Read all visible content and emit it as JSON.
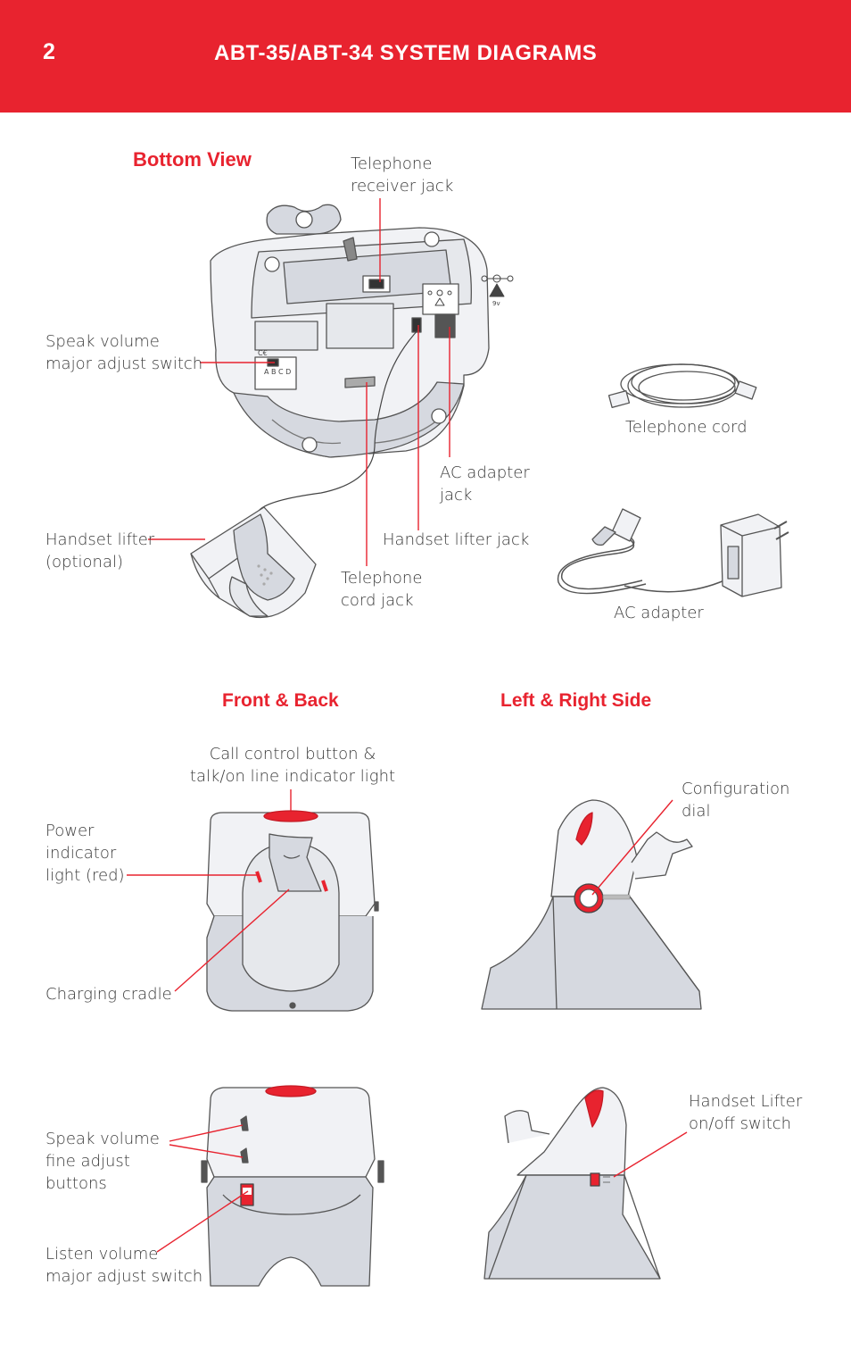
{
  "header": {
    "page_number": "2",
    "title": "ABT-35/ABT-34 SYSTEM DIAGRAMS"
  },
  "sections": {
    "bottom_view": "Bottom View",
    "front_back": "Front & Back",
    "left_right": "Left & Right Side"
  },
  "labels": {
    "telephone_receiver_jack": [
      "Telephone",
      "receiver jack"
    ],
    "speak_volume_major": [
      "Speak volume",
      "major adjust switch"
    ],
    "telephone_cord": "Telephone cord",
    "ac_adapter_jack": [
      "AC adapter",
      "jack"
    ],
    "handset_lifter_optional": [
      "Handset lifter",
      "(optional)"
    ],
    "handset_lifter_jack": "Handset lifter jack",
    "telephone_cord_jack": [
      "Telephone",
      "cord jack"
    ],
    "ac_adapter": "AC adapter",
    "call_control": [
      "Call control button &",
      "talk/on line indicator light"
    ],
    "power_indicator": [
      "Power",
      "indicator",
      "light (red)"
    ],
    "charging_cradle": "Charging cradle",
    "configuration_dial": [
      "Configuration",
      "dial"
    ],
    "speak_volume_fine": [
      "Speak volume",
      "fine adjust",
      "buttons"
    ],
    "handset_lifter_switch": [
      "Handset Lifter",
      "on/off switch"
    ],
    "listen_volume_major": [
      "Listen volume",
      "major adjust switch"
    ]
  },
  "device_markings": {
    "switch_letters": "A B C D",
    "voltage": "9v",
    "ce_mark": "C€"
  },
  "colors": {
    "accent": "#e8232f",
    "text": "#3a3a3a",
    "device_light": "#f1f2f5",
    "device_shade": "#d6d9e0",
    "outline": "#555555"
  }
}
